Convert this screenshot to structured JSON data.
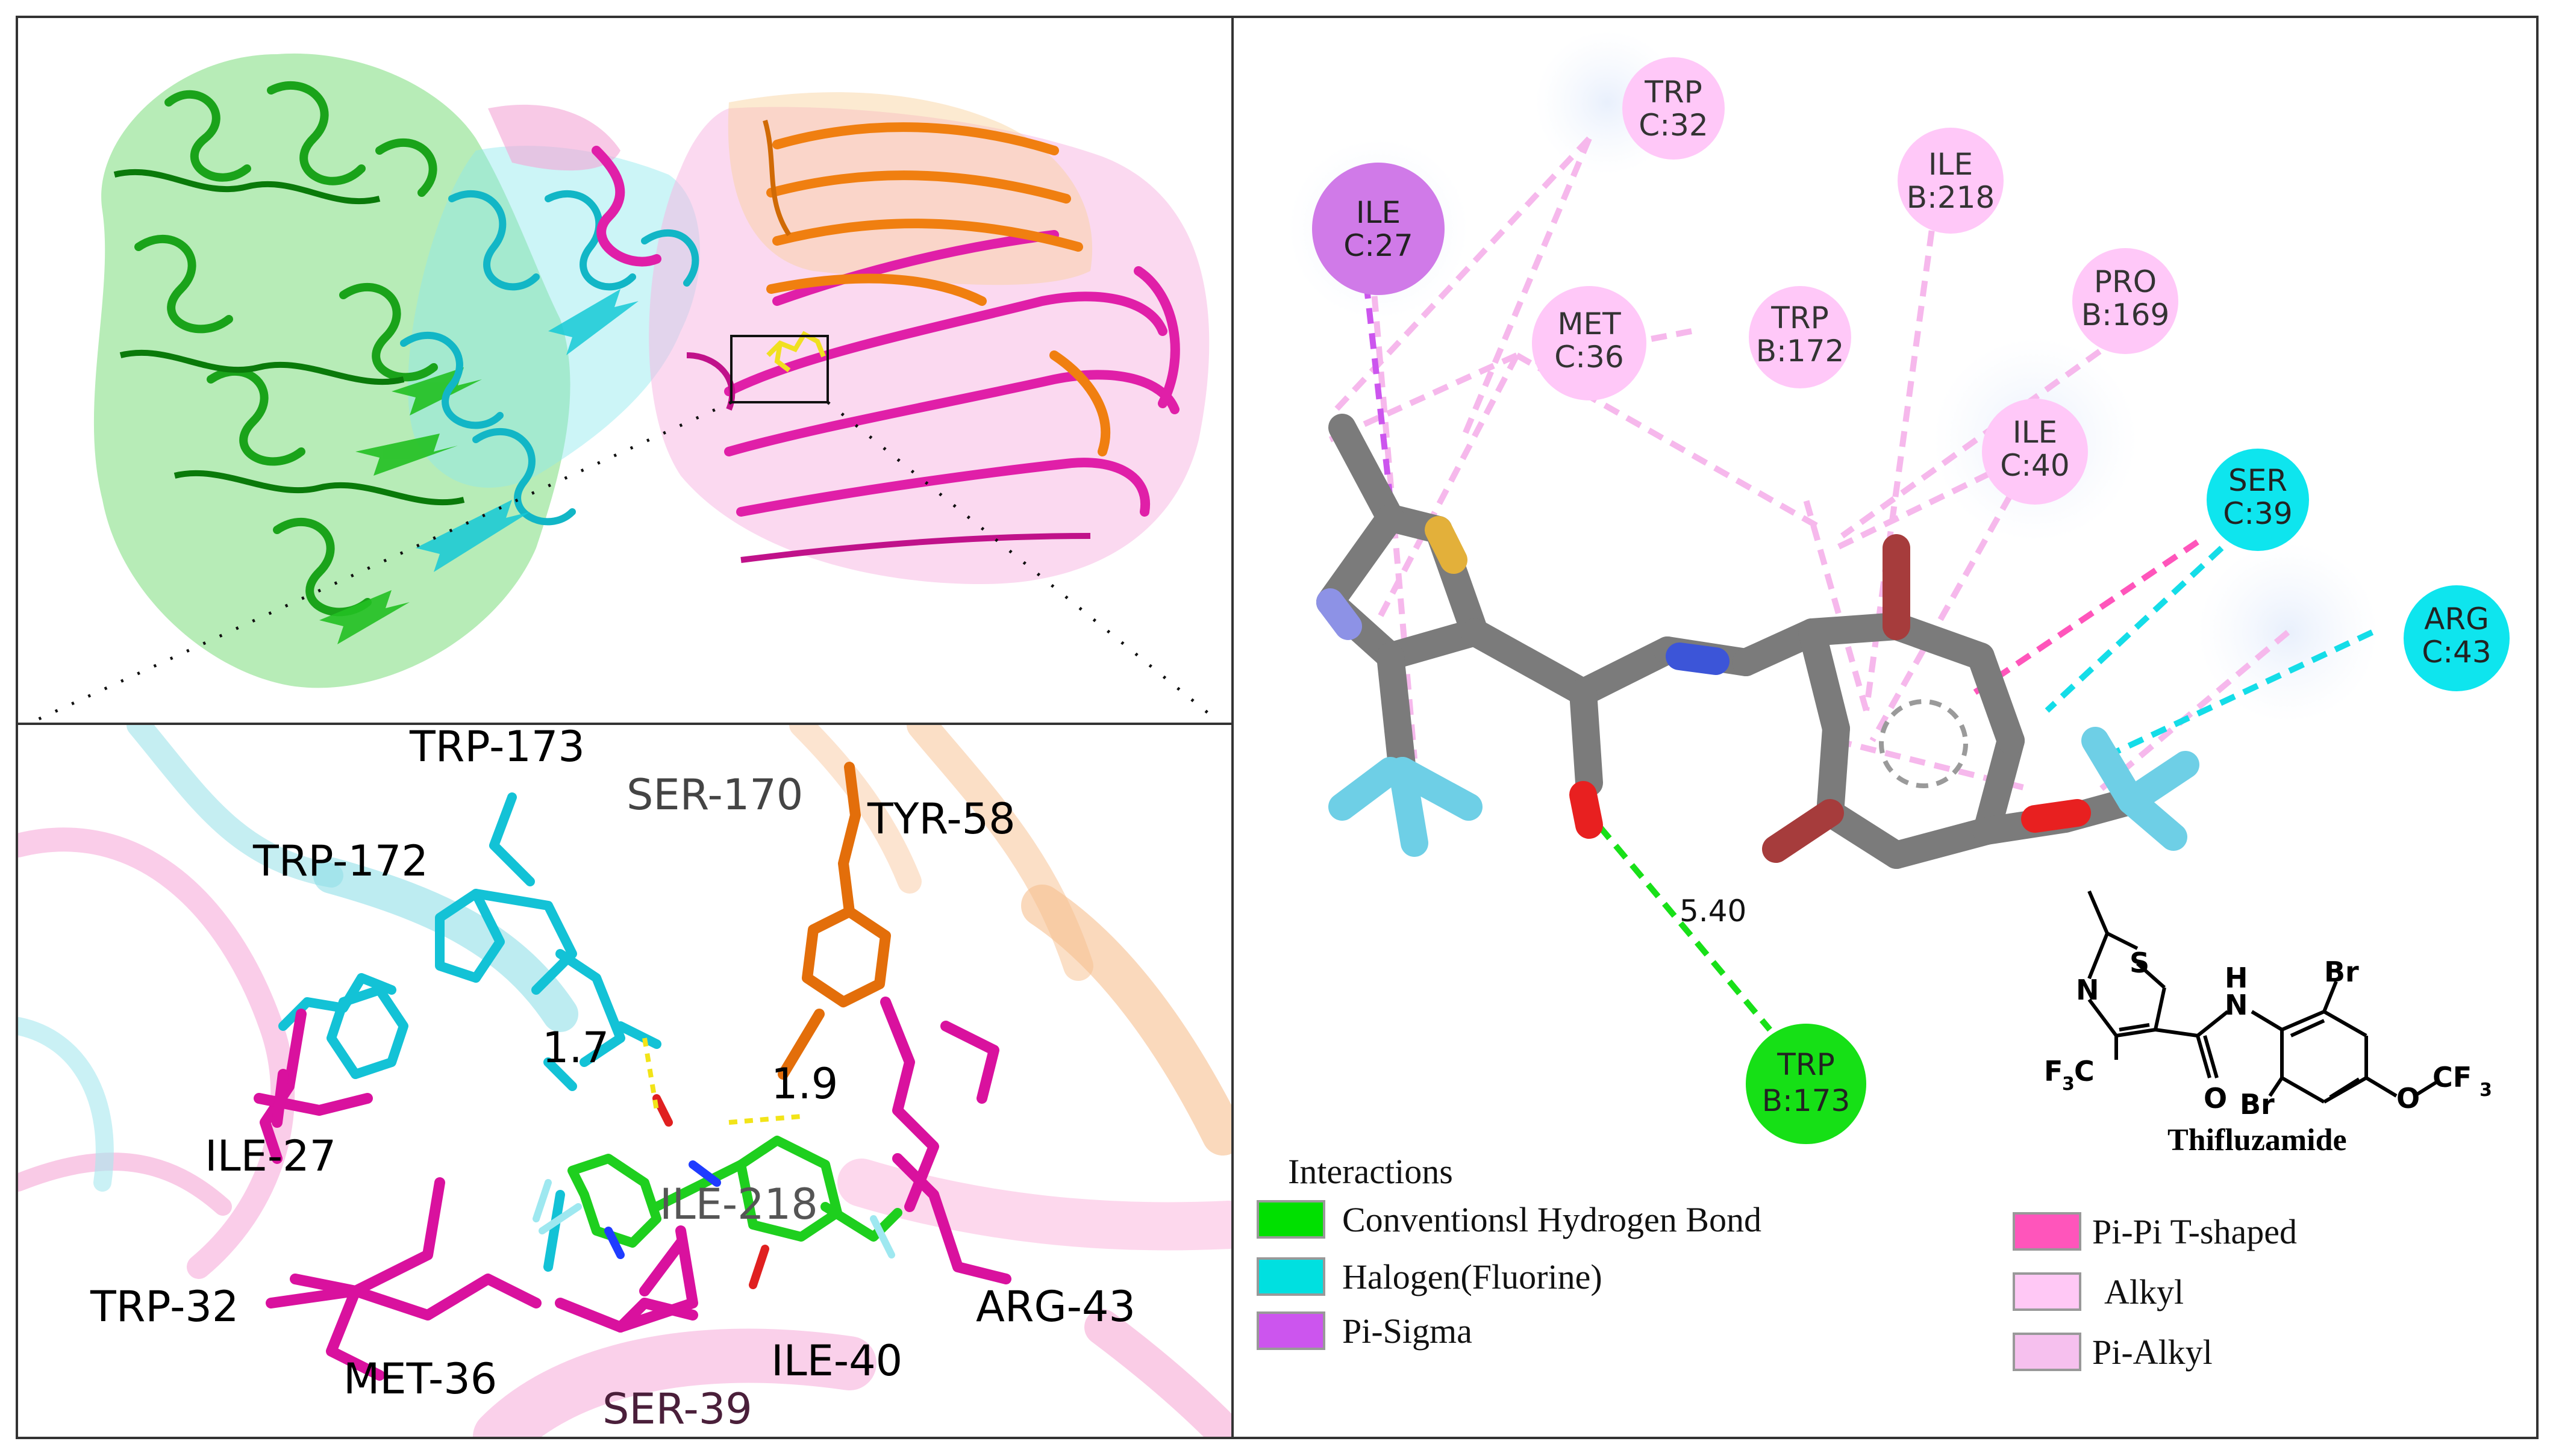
{
  "top_left": {},
  "bottom_left": {
    "labels": {
      "trp173": "TRP-173",
      "ser170": "SER-170",
      "tyr58": "TYR-58",
      "trp172": "TRP-172",
      "d17": "1.7",
      "d19": "1.9",
      "ile27": "ILE-27",
      "ile218": "ILE-218",
      "trp32": "TRP-32",
      "met36": "MET-36",
      "arg43": "ARG-43",
      "ile40": "ILE-40",
      "ser39": "SER-39"
    }
  },
  "right_panel": {
    "residues": {
      "trp32": [
        "TRP",
        "C:32"
      ],
      "ile27": [
        "ILE",
        "C:27"
      ],
      "ile218": [
        "ILE",
        "B:218"
      ],
      "met36": [
        "MET",
        "C:36"
      ],
      "trp172": [
        "TRP",
        "B:172"
      ],
      "pro169": [
        "PRO",
        "B:169"
      ],
      "ile40": [
        "ILE",
        "C:40"
      ],
      "ser39": [
        "SER",
        "C:39"
      ],
      "arg43": [
        "ARG",
        "C:43"
      ],
      "trp173": [
        "TRP",
        "B:173"
      ]
    },
    "distance": "5.40",
    "structure": {
      "S": "S",
      "N": "N",
      "H": "H",
      "Br1": "Br",
      "Br2": "Br",
      "F3C": "F",
      "F3C_sub": "3",
      "F3C_c": "C",
      "O_CF3": "O",
      "CF3": "CF",
      "CF3_sub": "3",
      "O": "O",
      "name": "Thifluzamide"
    },
    "legend": {
      "title": "Interactions",
      "items": [
        {
          "label": "Conventionsl Hydrogen Bond",
          "color": "#00e000"
        },
        {
          "label": "Halogen(Fluorine)",
          "color": "#00e0e0"
        },
        {
          "label": "Pi-Sigma",
          "color": "#cc55ee"
        },
        {
          "label": "Pi-Pi T-shaped",
          "color": "#ff55bb"
        },
        {
          "label": "Alkyl",
          "color": "#ffc8f5"
        },
        {
          "label": "Pi-Alkyl",
          "color": "#f6c0ee"
        }
      ]
    }
  }
}
